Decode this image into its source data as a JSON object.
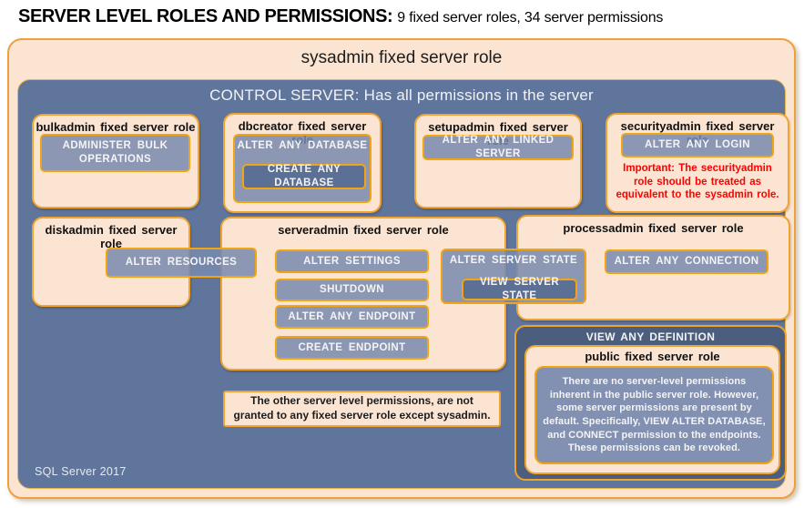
{
  "title": {
    "main": "SERVER LEVEL ROLES AND PERMISSIONS:",
    "stats": "9 fixed server roles, 34 server permissions"
  },
  "sysadmin_label": "sysadmin fixed server role",
  "control_server_label": "CONTROL SERVER: Has all permissions in the server",
  "roles": {
    "bulkadmin": {
      "title": "bulkadmin fixed server role",
      "permission": "ADMINISTER BULK OPERATIONS"
    },
    "dbcreator": {
      "title": "dbcreator fixed server role",
      "permission_outer": "ALTER ANY DATABASE",
      "permission_inner": "CREATE ANY DATABASE"
    },
    "setupadmin": {
      "title": "setupadmin fixed server role",
      "permission": "ALTER ANY LINKED SERVER"
    },
    "securityadmin": {
      "title": "securityadmin fixed server role",
      "permission": "ALTER ANY LOGIN",
      "warning": "Important: The securityadmin role should be treated as equivalent to the sysadmin role."
    },
    "diskadmin": {
      "title": "diskadmin fixed server role",
      "permission": "ALTER RESOURCES"
    },
    "serveradmin": {
      "title": "serveradmin fixed server role",
      "permissions": [
        "ALTER SETTINGS",
        "SHUTDOWN",
        "ALTER ANY ENDPOINT",
        "CREATE ENDPOINT"
      ],
      "permission_outer": "ALTER SERVER STATE",
      "permission_inner": "VIEW SERVER STATE"
    },
    "processadmin": {
      "title": "processadmin fixed server role",
      "permission": "ALTER ANY CONNECTION"
    },
    "public": {
      "outer_permission": "VIEW ANY DEFINITION",
      "title": "public fixed server role",
      "note": "There are no server-level permissions inherent in the public server role. However, some server permissions are present by default. Specifically, VIEW ALTER DATABASE, and CONNECT permission to the endpoints. These permissions can be revoked."
    }
  },
  "footnote": "The other server level permissions, are not granted to any fixed server role except sysadmin.",
  "footer": "SQL Server 2017",
  "colors": {
    "peach": "#fbe5d2",
    "orange_border": "#f0a32f",
    "slate_blue": "#60759b",
    "permission_fill": "#7d8cab",
    "dark_panel": "#4c5e7e",
    "warning_red": "#ff0000"
  }
}
